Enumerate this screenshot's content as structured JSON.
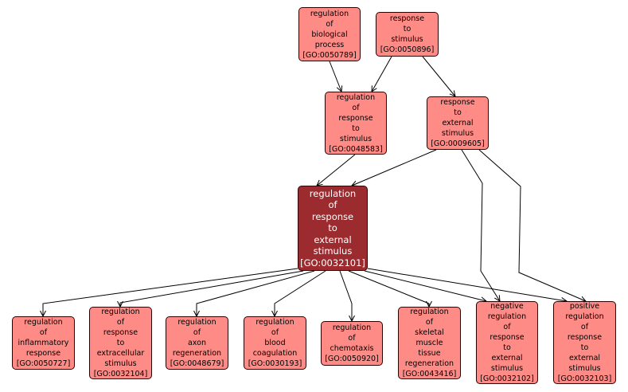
{
  "colors": {
    "node_fill": "#ff8b87",
    "focus_fill": "#9b2b2e",
    "edge": "#000000"
  },
  "nodes": [
    {
      "id": "GO:0050789",
      "label": "regulation\nof\nbiological\nprocess\n[GO:0050789]"
    },
    {
      "id": "GO:0050896",
      "label": "response\nto\nstimulus\n[GO:0050896]"
    },
    {
      "id": "GO:0048583",
      "label": "regulation\nof\nresponse\nto\nstimulus\n[GO:0048583]"
    },
    {
      "id": "GO:0009605",
      "label": "response\nto\nexternal\nstimulus\n[GO:0009605]"
    },
    {
      "id": "GO:0032101",
      "label": "regulation\nof\nresponse\nto\nexternal\nstimulus\n[GO:0032101]"
    },
    {
      "id": "GO:0050727",
      "label": "regulation\nof\ninflammatory\nresponse\n[GO:0050727]"
    },
    {
      "id": "GO:0032104",
      "label": "regulation\nof\nresponse\nto\nextracellular\nstimulus\n[GO:0032104]"
    },
    {
      "id": "GO:0048679",
      "label": "regulation\nof\naxon\nregeneration\n[GO:0048679]"
    },
    {
      "id": "GO:0030193",
      "label": "regulation\nof\nblood\ncoagulation\n[GO:0030193]"
    },
    {
      "id": "GO:0050920",
      "label": "regulation\nof\nchemotaxis\n[GO:0050920]"
    },
    {
      "id": "GO:0043416",
      "label": "regulation\nof\nskeletal\nmuscle\ntissue\nregeneration\n[GO:0043416]"
    },
    {
      "id": "GO:0032102",
      "label": "negative\nregulation\nof\nresponse\nto\nexternal\nstimulus\n[GO:0032102]"
    },
    {
      "id": "GO:0032103",
      "label": "positive\nregulation\nof\nresponse\nto\nexternal\nstimulus\n[GO:0032103]"
    }
  ],
  "edges": [
    {
      "from": "GO:0050789",
      "to": "GO:0048583"
    },
    {
      "from": "GO:0050896",
      "to": "GO:0048583"
    },
    {
      "from": "GO:0050896",
      "to": "GO:0009605"
    },
    {
      "from": "GO:0048583",
      "to": "GO:0032101"
    },
    {
      "from": "GO:0009605",
      "to": "GO:0032101"
    },
    {
      "from": "GO:0009605",
      "to": "GO:0032102"
    },
    {
      "from": "GO:0009605",
      "to": "GO:0032103"
    },
    {
      "from": "GO:0032101",
      "to": "GO:0050727"
    },
    {
      "from": "GO:0032101",
      "to": "GO:0032104"
    },
    {
      "from": "GO:0032101",
      "to": "GO:0048679"
    },
    {
      "from": "GO:0032101",
      "to": "GO:0030193"
    },
    {
      "from": "GO:0032101",
      "to": "GO:0050920"
    },
    {
      "from": "GO:0032101",
      "to": "GO:0043416"
    },
    {
      "from": "GO:0032101",
      "to": "GO:0032102"
    },
    {
      "from": "GO:0032101",
      "to": "GO:0032103"
    }
  ]
}
